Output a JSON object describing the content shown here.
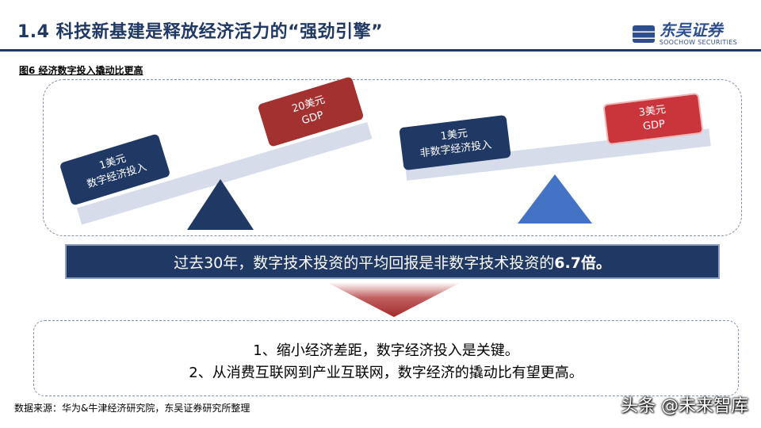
{
  "header": {
    "title": "1.4 科技新基建是释放经济活力的“强劲引擎”",
    "logo_cn": "东吴证券",
    "logo_en": "SOOCHOW SECURITIES"
  },
  "figure_label": "图6 经济数字投入撬动比更高",
  "left_scale": {
    "input_tag": {
      "line1": "1美元",
      "line2": "数字经济投入"
    },
    "output_tag": {
      "line1": "20美元",
      "line2": "GDP"
    }
  },
  "right_scale": {
    "input_tag": {
      "line1": "1美元",
      "line2": "非数字经济投入"
    },
    "output_tag": {
      "line1": "3美元",
      "line2": "GDP"
    }
  },
  "banner": {
    "text": "过去30年，数字技术投资的平均回报是非数字技术投资的",
    "highlight": "6.7倍。"
  },
  "conclusions": [
    "1、缩小经济差距，数字经济投入是关键。",
    "2、从消费互联网到产业互联网，数字经济的撬动比有望更高。"
  ],
  "source": "数据来源：华为&牛津经济研究院，东吴证券研究所整理",
  "watermark": "头条 @未来智库",
  "colors": {
    "navy": "#1f3864",
    "dark_red": "#a23130",
    "light_blue": "#4472c4",
    "beam": "#d6dcea",
    "arrow_red": "#a52a2a"
  }
}
